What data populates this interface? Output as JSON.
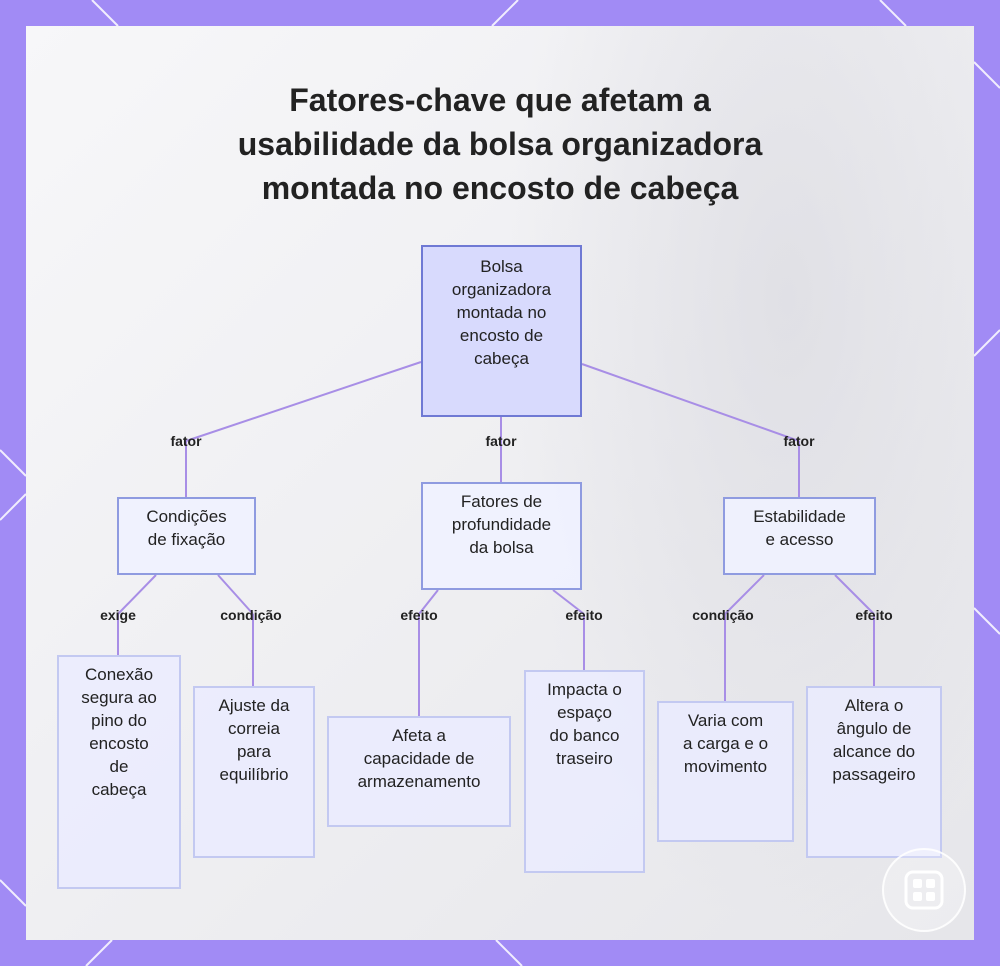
{
  "title": {
    "line1": "Fatores-chave que afetam a",
    "line2": "usabilidade da bolsa organizadora",
    "line3": "montada no encosto de cabeça"
  },
  "colors": {
    "frame": "#a18bf5",
    "root_fill": "#d8dafd",
    "node_border": "#8f9be0",
    "edge": "#a88ee6",
    "text": "#222222"
  },
  "nodes": {
    "root": "Bolsa\norganizadora\nmontada no\nencosto de\ncabeça",
    "fixacao": "Condições\nde fixação",
    "profundidade": "Fatores de\nprofundidade\nda bolsa",
    "estabilidade": "Estabilidade\ne acesso",
    "conexao": "Conexão\nsegura ao\npino do\nencosto\nde\ncabeça",
    "ajuste": "Ajuste da\ncorreia\npara\nequilíbrio",
    "capacidade": "Afeta a\ncapacidade de\narmazenamento",
    "espaco": "Impacta o\nespaço\ndo banco\ntraseiro",
    "carga": "Varia com\na carga e o\nmovimento",
    "angulo": "Altera o\nângulo de\nalcance do\npassageiro"
  },
  "edges": {
    "root_fixacao": "fator",
    "root_profundidade": "fator",
    "root_estabilidade": "fator",
    "fixacao_conexao": "exige",
    "fixacao_ajuste": "condição",
    "profundidade_capacidade": "efeito",
    "profundidade_espaco": "efeito",
    "estabilidade_carga": "condição",
    "estabilidade_angulo": "efeito"
  },
  "icons": {
    "corner_badge": "grid-logo-icon"
  }
}
